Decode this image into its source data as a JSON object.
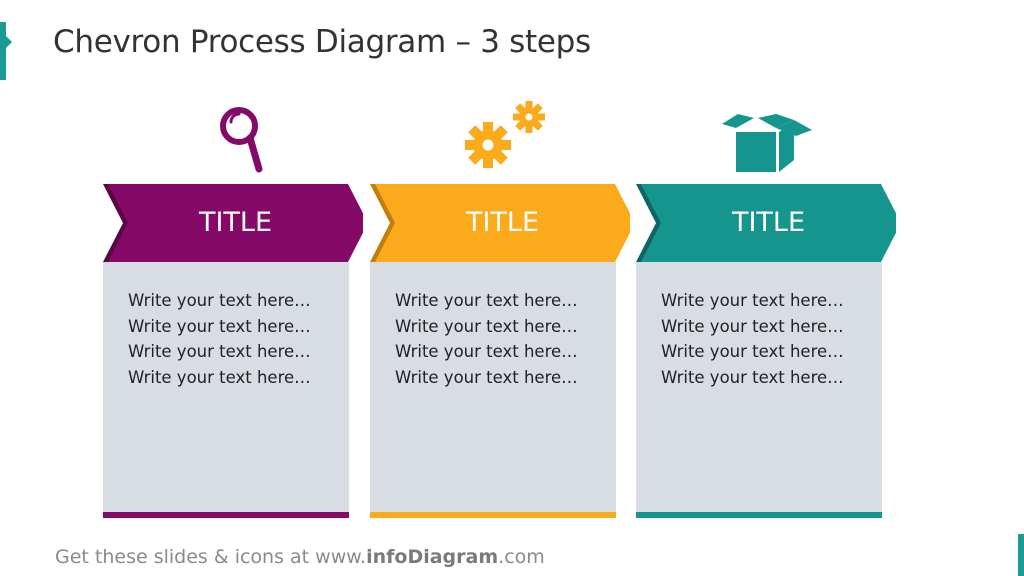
{
  "title": "Chevron Process Diagram – 3 steps",
  "steps": [
    {
      "title": "TITLE",
      "icon": "magnifier-icon",
      "color": "#850a67",
      "shadow": "#5a0646",
      "lines": [
        "Write your text here…",
        "Write your text here…",
        "Write your text here…",
        "Write your text here…"
      ]
    },
    {
      "title": "TITLE",
      "icon": "gears-icon",
      "color": "#fbaa1c",
      "shadow": "#c07f0d",
      "lines": [
        "Write your text here…",
        "Write your text here…",
        "Write your text here…",
        "Write your text here…"
      ]
    },
    {
      "title": "TITLE",
      "icon": "open-box-icon",
      "color": "#16958e",
      "shadow": "#0c6762",
      "lines": [
        "Write your text here…",
        "Write your text here…",
        "Write your text here…",
        "Write your text here…"
      ]
    }
  ],
  "footer": {
    "prefix": "Get these slides & icons at www.",
    "brand": "infoDiagram",
    "suffix": ".com"
  },
  "colors": {
    "card": "#d8dce3",
    "accent": "#1a9a94"
  }
}
